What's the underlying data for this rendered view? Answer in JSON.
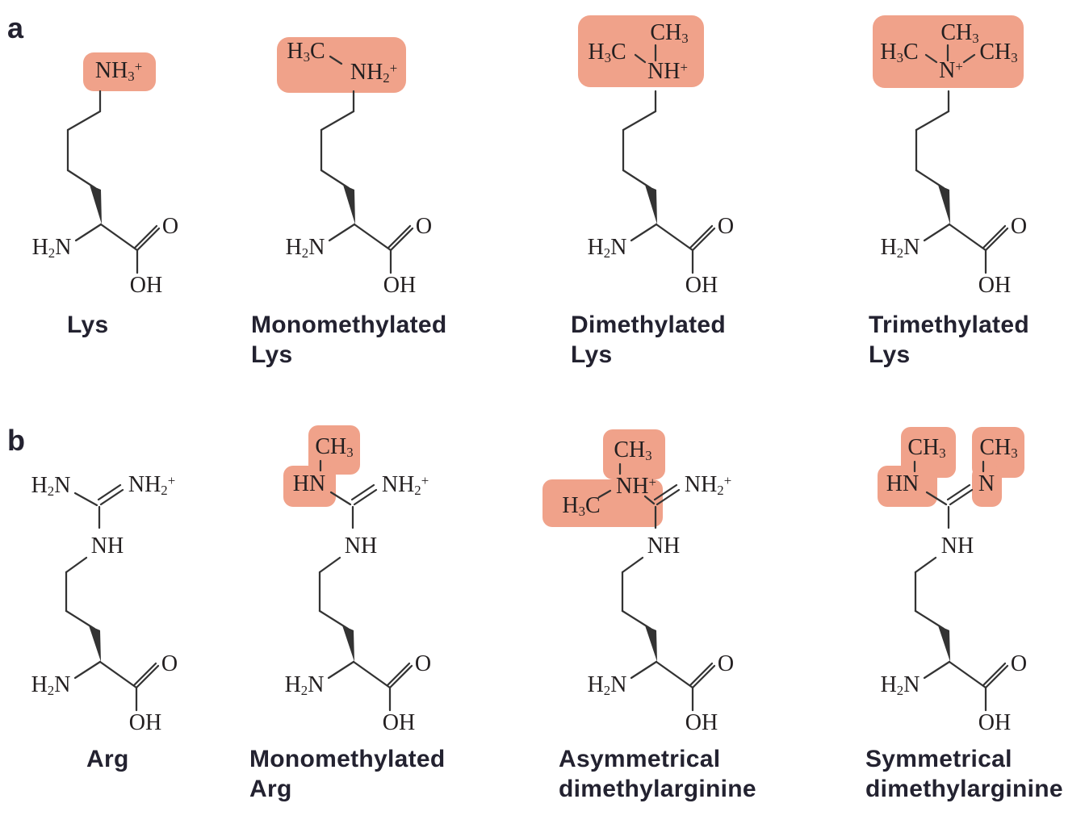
{
  "figure": {
    "panels": [
      {
        "letter": "a",
        "structures": [
          {
            "caption": [
              "Lys"
            ]
          },
          {
            "caption": [
              "Monomethylated",
              "Lys"
            ]
          },
          {
            "caption": [
              "Dimethylated",
              "Lys"
            ]
          },
          {
            "caption": [
              "Trimethylated",
              "Lys"
            ]
          }
        ]
      },
      {
        "letter": "b",
        "structures": [
          {
            "caption": [
              "Arg"
            ]
          },
          {
            "caption": [
              "Monomethylated",
              "Arg"
            ]
          },
          {
            "caption": [
              "Asymmetrical",
              "dimethylarginine"
            ]
          },
          {
            "caption": [
              "Symmetrical",
              "dimethylarginine"
            ]
          }
        ]
      }
    ]
  },
  "glyphs": {
    "nh3_cation": {
      "main": "NH",
      "sub": "3",
      "sup": "+"
    },
    "nh2_cation": {
      "main": "NH",
      "sub": "2",
      "sup": "+"
    },
    "h3c": {
      "pre": "H",
      "sub": "3",
      "main": "C"
    },
    "ch3": {
      "main": "CH",
      "sub": "3"
    },
    "nh_cation": {
      "main": "NH",
      "sup": "+"
    },
    "n_cation": {
      "main": "N",
      "sup": "+"
    },
    "h2n": {
      "pre": "H",
      "sub": "2",
      "main": "N"
    },
    "nh": {
      "main": "NH"
    },
    "hn": {
      "main": "HN"
    },
    "n": {
      "main": "N"
    },
    "o": {
      "main": "O"
    },
    "oh": {
      "main": "OH"
    }
  },
  "colors": {
    "highlight": "#F0A28A",
    "bond": "#333333",
    "atom_text": "#231F20",
    "caption_text": "#232230",
    "background": "#FFFFFF"
  }
}
